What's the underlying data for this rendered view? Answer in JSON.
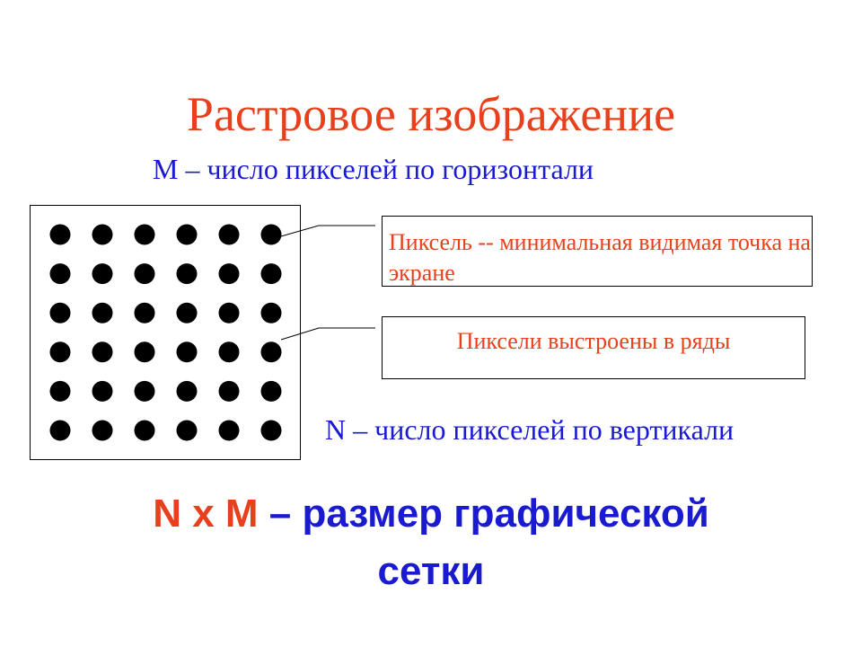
{
  "slide": {
    "title": "Растровое изображение",
    "m_label": "M – число пикселей по горизонтали",
    "n_label": "N – число пикселей по вертикали",
    "callout_pixel": "Пиксель -- минимальная видимая точка на экране",
    "callout_rows": "Пиксели выстроены в ряды",
    "formula_dims": "N x M",
    "formula_rest": " – размер графической",
    "formula_rest2": "сетки"
  },
  "pixel_grid": {
    "rows": 6,
    "cols": 6
  },
  "colors": {
    "red": "#e8401c",
    "blue": "#1a1ad0"
  }
}
